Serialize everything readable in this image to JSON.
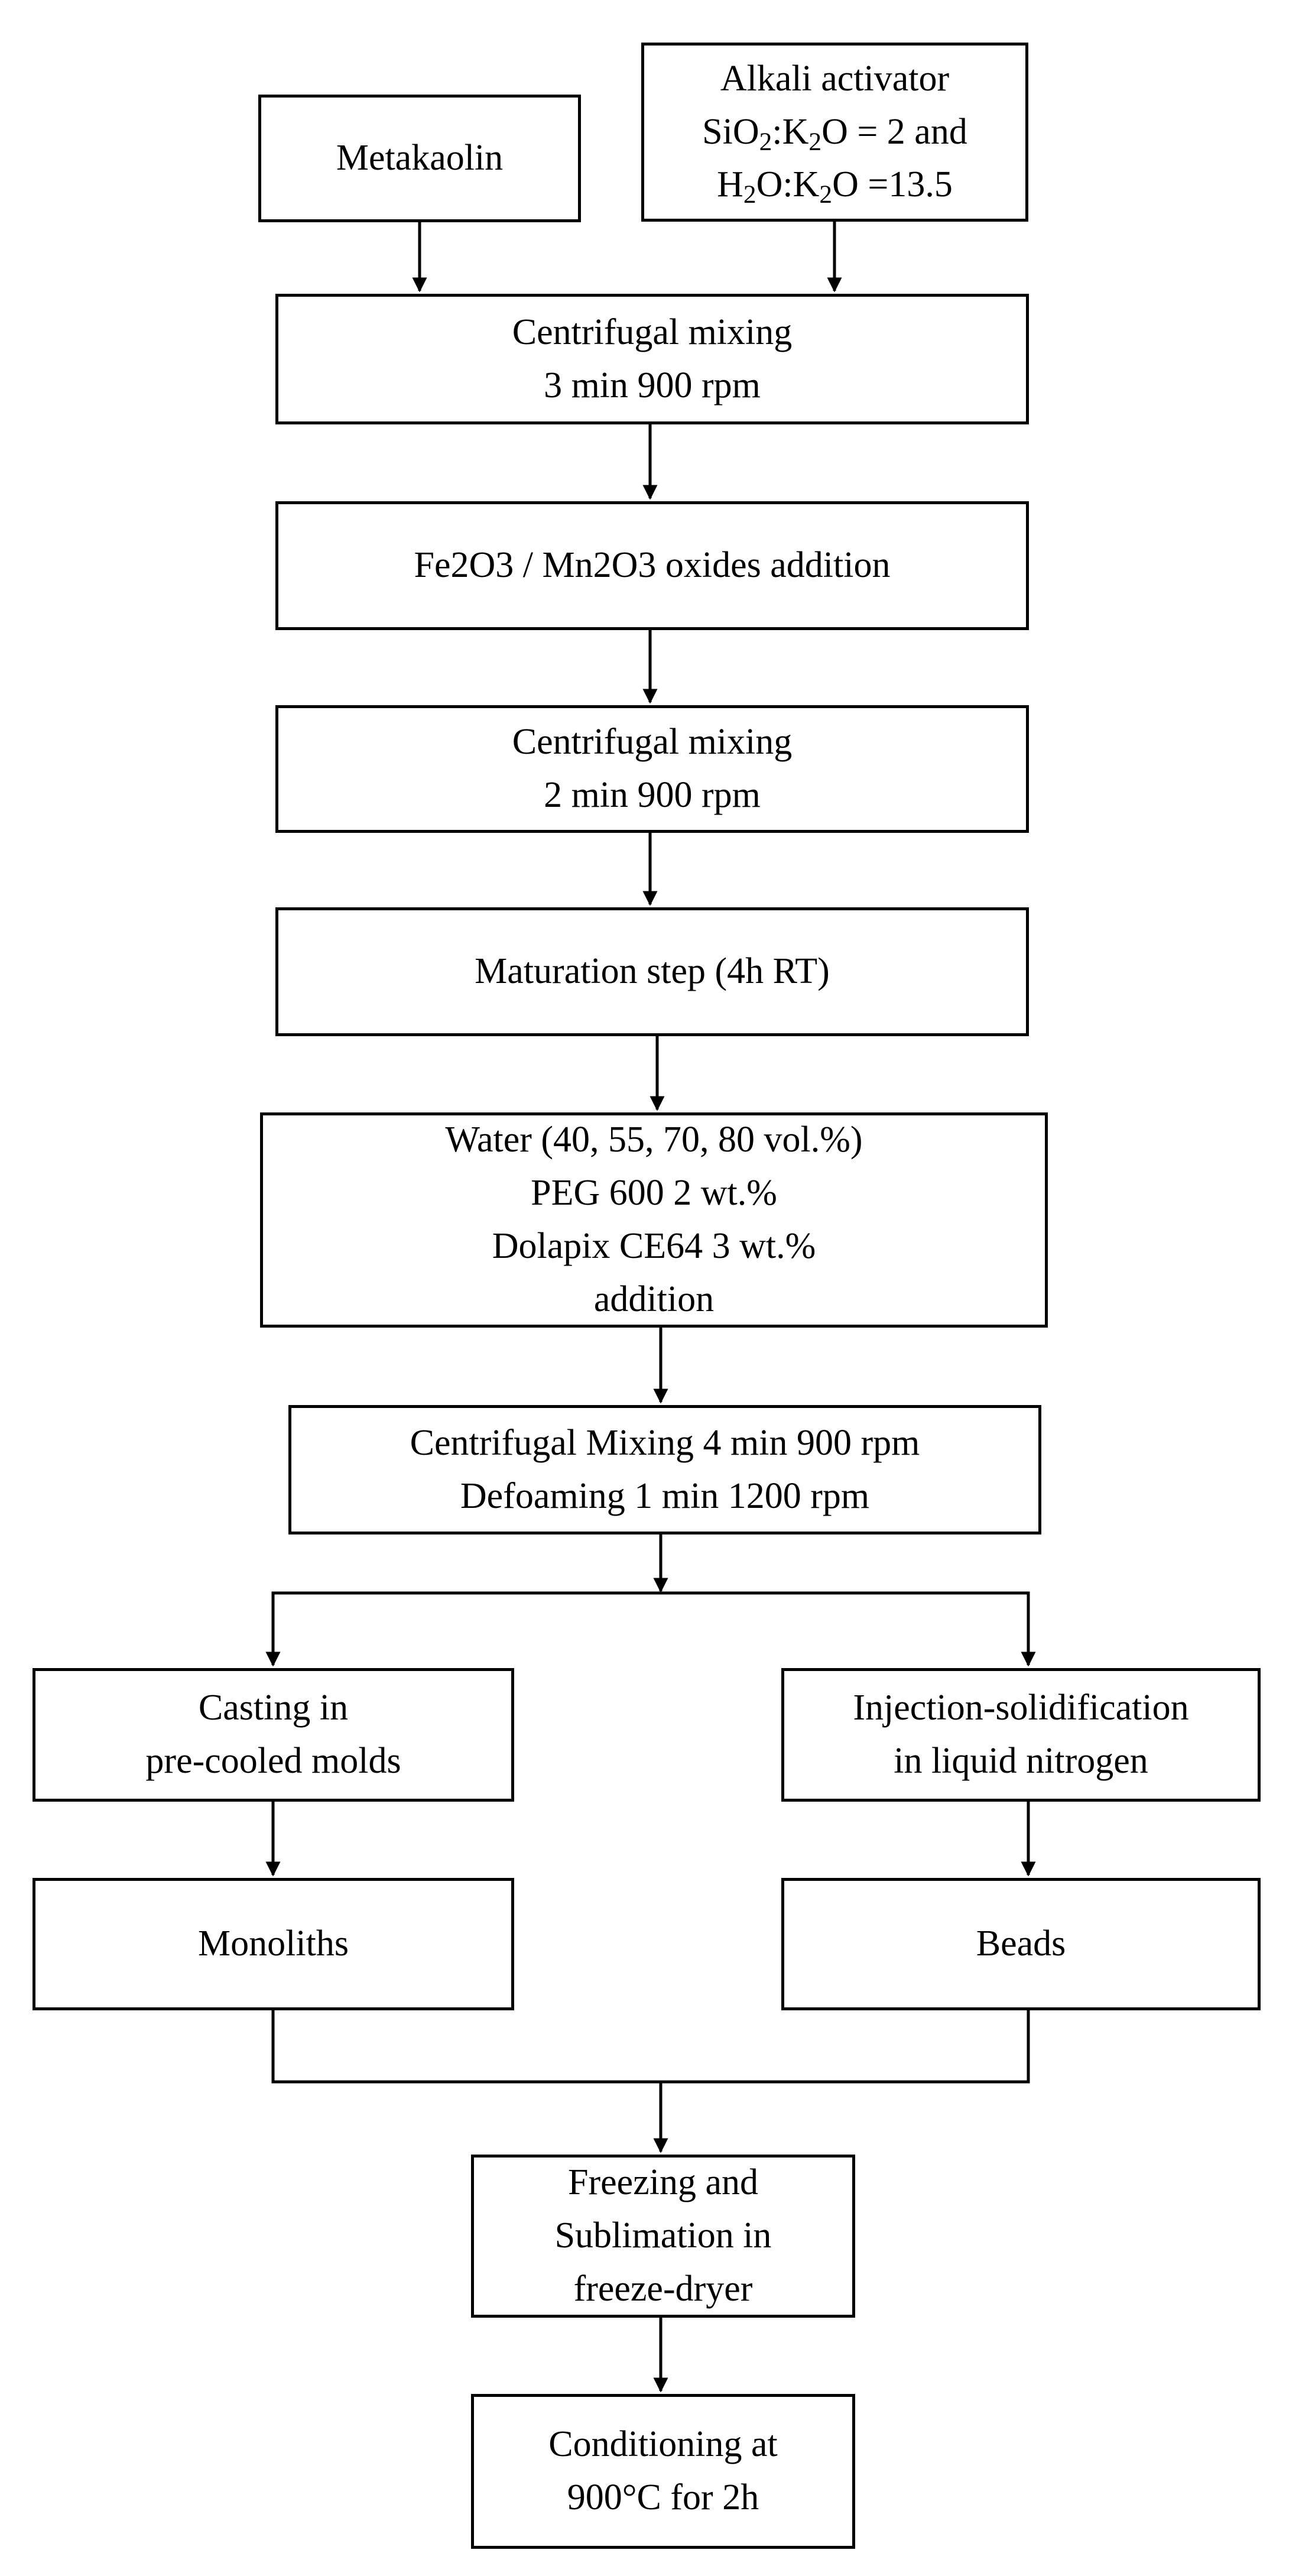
{
  "nodes": {
    "metakaolin": {
      "lines": [
        "Metakaolin"
      ]
    },
    "activator": {
      "title": "Alkali activator",
      "ratio1": "SiO2:K2O = 2 and",
      "ratio2": "H2O:K2O =13.5"
    },
    "mix1": {
      "lines": [
        "Centrifugal  mixing",
        "3 min  900 rpm"
      ]
    },
    "oxides": {
      "lines": [
        "Fe2O3 / Mn2O3  oxides addition"
      ]
    },
    "mix2": {
      "lines": [
        "Centrifugal  mixing",
        "2 min  900 rpm"
      ]
    },
    "maturation": {
      "lines": [
        "Maturation  step (4h  RT)"
      ]
    },
    "water": {
      "lines": [
        "Water (40,  55,  70,  80 vol.%)",
        "PEG 600  2 wt.%",
        "Dolapix  CE64 3 wt.%",
        "addition"
      ]
    },
    "mix3": {
      "lines": [
        "Centrifugal  Mixing  4 min  900 rpm",
        "Defoaming  1 min  1200 rpm"
      ]
    },
    "casting": {
      "lines": [
        "Casting  in",
        "pre-cooled molds"
      ]
    },
    "injection": {
      "lines": [
        "Injection-solidification",
        "in liquid nitrogen"
      ]
    },
    "monoliths": {
      "lines": [
        "Monoliths"
      ]
    },
    "beads": {
      "lines": [
        "Beads"
      ]
    },
    "freezing": {
      "lines": [
        "Freezing  and",
        "Sublimation  in",
        "freeze-dryer"
      ]
    },
    "conditioning": {
      "lines": [
        "Conditioning  at",
        "900°C  for 2h"
      ]
    }
  }
}
